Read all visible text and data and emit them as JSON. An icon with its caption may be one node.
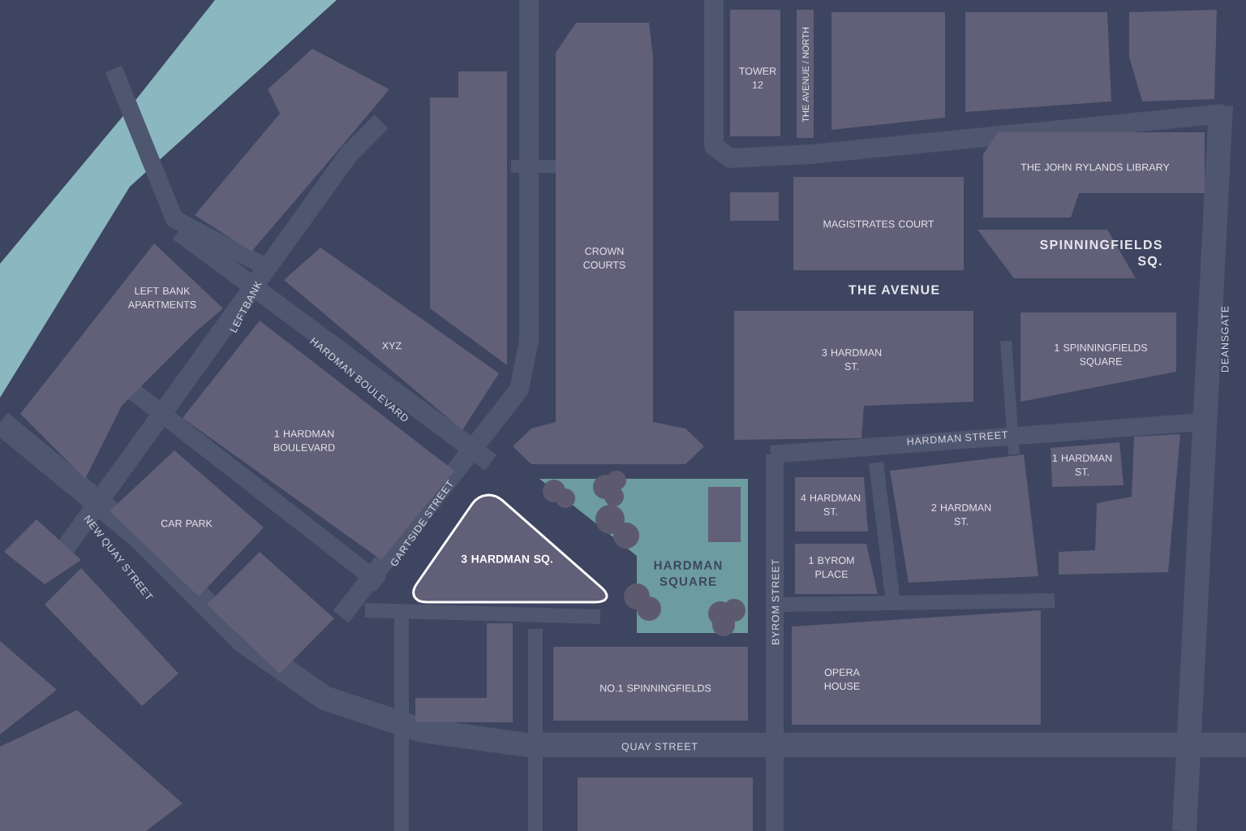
{
  "diagram": {
    "nodes": [
      {
        "text": [
          "TOWER 12"
        ]
      },
      {
        "text": [
          "THE AVENUE / NORTH"
        ]
      },
      {
        "text": [
          "CROWN COURTS"
        ]
      },
      {
        "text": [
          "THE JOHN RYLANDS LIBRARY"
        ]
      },
      {
        "text": [
          "MAGISTRATES COURT"
        ]
      },
      {
        "text": [
          "3 HARDMAN ST."
        ]
      },
      {
        "text": [
          "1 SPINNINGFIELDS SQUARE"
        ]
      },
      {
        "text": [
          "LEFT BANK APARTMENTS"
        ]
      },
      {
        "text": [
          "XYZ"
        ]
      },
      {
        "text": [
          "1 HARDMAN BOULEVARD"
        ]
      },
      {
        "text": [
          "CAR PARK"
        ]
      },
      {
        "text": [
          "3 HARDMAN SQ."
        ]
      },
      {
        "text": [
          "HARDMAN SQUARE"
        ]
      },
      {
        "text": [],
        "shape": "box",
        "in": 12
      },
      {
        "text": [
          "4 HARDMAN ST."
        ]
      },
      {
        "text": [
          "1 BYROM PLACE"
        ]
      },
      {
        "text": [
          "2 HARDMAN ST."
        ]
      },
      {
        "text": [
          "1 HARDMAN ST."
        ]
      },
      {
        "text": [
          "OPERA HOUSE"
        ]
      },
      {
        "text": [
          "NO.1 SPINNINGFIELDS"
        ]
      },
      {
        "text": [],
        "shape": "box"
      },
      {
        "text": [],
        "shape": "box"
      },
      {
        "text": [],
        "shape": "box"
      },
      {
        "text": [],
        "shape": "box"
      },
      {
        "text": [],
        "shape": "box"
      },
      {
        "text": [],
        "shape": "box"
      },
      {
        "text": [],
        "shape": "box"
      },
      {
        "text": [],
        "shape": "box"
      },
      {
        "text": [],
        "shape": "box"
      },
      {
        "text": [],
        "shape": "box"
      },
      {
        "text": [],
        "shape": "box"
      },
      {
        "text": [],
        "shape": "box"
      },
      {
        "text": [],
        "shape": "box"
      },
      {
        "text": [],
        "shape": "box"
      },
      {
        "text": [],
        "shape": "box"
      }
    ],
    "labels": [
      "SPINNINGFIELDS SQ.",
      "THE AVENUE",
      "DEANSGATE",
      "LEFTBANK",
      "HARDMAN BOULEVARD",
      "HARDMAN STREET",
      "GARTSIDE STREET",
      "NEW QUAY STREET",
      "BYROM STREET",
      "QUAY STREET"
    ]
  }
}
